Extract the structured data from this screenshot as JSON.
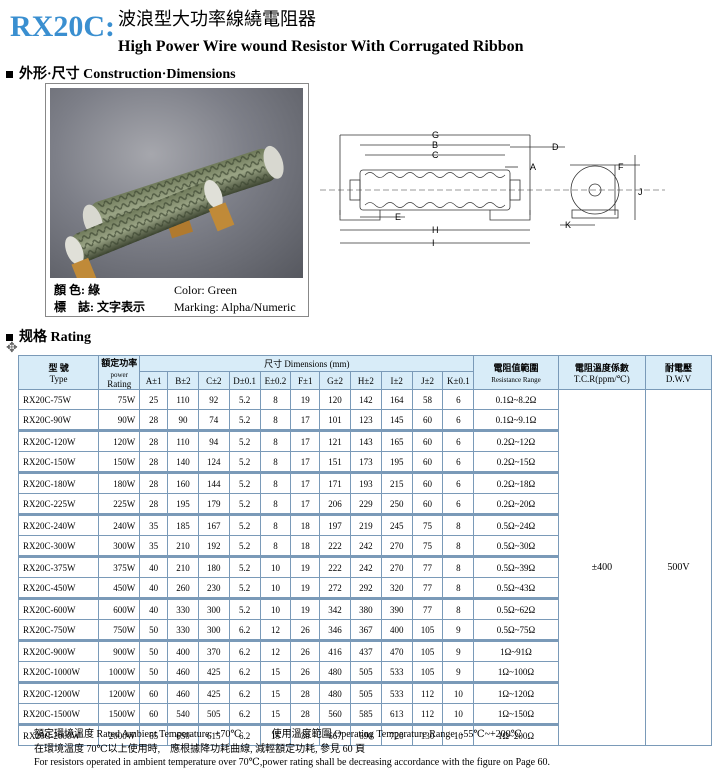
{
  "header": {
    "model": "RX20C:",
    "title_cn": "波浪型大功率線繞電阻器",
    "title_en": "High Power Wire wound Resistor With Corrugated Ribbon"
  },
  "sections": {
    "construction": "外形·尺寸 Construction·Dimensions",
    "rating": "规格 Rating"
  },
  "info": {
    "color_label": "顏 色: 綠",
    "color_value": "Color: Green",
    "marking_label": "標　誌: 文字表示",
    "marking_value": "Marking: Alpha/Numeric"
  },
  "drawing_labels": [
    "G",
    "B",
    "C",
    "D",
    "A",
    "F",
    "J",
    "E",
    "H",
    "I",
    "K"
  ],
  "table": {
    "h_type_cn": "型 號",
    "h_type_en": "Type",
    "h_power_cn": "額定功率",
    "h_power_sub": "power",
    "h_power_en": "Rating",
    "h_dims": "尺寸 Dimensions (mm)",
    "h_res_cn": "電阻值範圍",
    "h_res_en": "Resistance Range",
    "h_tcr_cn": "電阻溫度係數",
    "h_tcr_en": "T.C.R(ppm/℃)",
    "h_dwv_cn": "耐電壓",
    "h_dwv_en": "D.W.V",
    "dim_cols": [
      "A±1",
      "B±2",
      "C±2",
      "D±0.1",
      "E±0.2",
      "F±1",
      "G±2",
      "H±2",
      "I±2",
      "J±2",
      "K±0.1"
    ],
    "tcr": "±400",
    "dwv": "500V",
    "rows": [
      [
        "RX20C-75W",
        "75W",
        "25",
        "110",
        "92",
        "5.2",
        "8",
        "19",
        "120",
        "142",
        "164",
        "58",
        "6",
        "0.1Ω~8.2Ω"
      ],
      [
        "RX20C-90W",
        "90W",
        "28",
        "90",
        "74",
        "5.2",
        "8",
        "17",
        "101",
        "123",
        "145",
        "60",
        "6",
        "0.1Ω~9.1Ω"
      ],
      [
        "RX20C-120W",
        "120W",
        "28",
        "110",
        "94",
        "5.2",
        "8",
        "17",
        "121",
        "143",
        "165",
        "60",
        "6",
        "0.2Ω~12Ω"
      ],
      [
        "RX20C-150W",
        "150W",
        "28",
        "140",
        "124",
        "5.2",
        "8",
        "17",
        "151",
        "173",
        "195",
        "60",
        "6",
        "0.2Ω~15Ω"
      ],
      [
        "RX20C-180W",
        "180W",
        "28",
        "160",
        "144",
        "5.2",
        "8",
        "17",
        "171",
        "193",
        "215",
        "60",
        "6",
        "0.2Ω~18Ω"
      ],
      [
        "RX20C-225W",
        "225W",
        "28",
        "195",
        "179",
        "5.2",
        "8",
        "17",
        "206",
        "229",
        "250",
        "60",
        "6",
        "0.2Ω~20Ω"
      ],
      [
        "RX20C-240W",
        "240W",
        "35",
        "185",
        "167",
        "5.2",
        "8",
        "18",
        "197",
        "219",
        "245",
        "75",
        "8",
        "0.5Ω~24Ω"
      ],
      [
        "RX20C-300W",
        "300W",
        "35",
        "210",
        "192",
        "5.2",
        "8",
        "18",
        "222",
        "242",
        "270",
        "75",
        "8",
        "0.5Ω~30Ω"
      ],
      [
        "RX20C-375W",
        "375W",
        "40",
        "210",
        "180",
        "5.2",
        "10",
        "19",
        "222",
        "242",
        "270",
        "77",
        "8",
        "0.5Ω~39Ω"
      ],
      [
        "RX20C-450W",
        "450W",
        "40",
        "260",
        "230",
        "5.2",
        "10",
        "19",
        "272",
        "292",
        "320",
        "77",
        "8",
        "0.5Ω~43Ω"
      ],
      [
        "RX20C-600W",
        "600W",
        "40",
        "330",
        "300",
        "5.2",
        "10",
        "19",
        "342",
        "380",
        "390",
        "77",
        "8",
        "0.5Ω~62Ω"
      ],
      [
        "RX20C-750W",
        "750W",
        "50",
        "330",
        "300",
        "6.2",
        "12",
        "26",
        "346",
        "367",
        "400",
        "105",
        "9",
        "0.5Ω~75Ω"
      ],
      [
        "RX20C-900W",
        "900W",
        "50",
        "400",
        "370",
        "6.2",
        "12",
        "26",
        "416",
        "437",
        "470",
        "105",
        "9",
        "1Ω~91Ω"
      ],
      [
        "RX20C-1000W",
        "1000W",
        "50",
        "460",
        "425",
        "6.2",
        "15",
        "26",
        "480",
        "505",
        "533",
        "105",
        "9",
        "1Ω~100Ω"
      ],
      [
        "RX20C-1200W",
        "1200W",
        "60",
        "460",
        "425",
        "6.2",
        "15",
        "28",
        "480",
        "505",
        "533",
        "112",
        "10",
        "1Ω~120Ω"
      ],
      [
        "RX20C-1500W",
        "1500W",
        "60",
        "540",
        "505",
        "6.2",
        "15",
        "28",
        "560",
        "585",
        "613",
        "112",
        "10",
        "1Ω~150Ω"
      ],
      [
        "RX20C-2000W",
        "2000W",
        "65",
        "650",
        "615",
        "6.2",
        "15",
        "30",
        "667",
        "690",
        "720",
        "130",
        "10",
        "1Ω~200Ω"
      ]
    ]
  },
  "notes": {
    "line1": "額定環境溫度 Rated Ambient Temperature: +70℃　　　使用溫度範圍 Operating Temperature Range: -55℃~+200℃",
    "line2": "在環境溫度 70℃以上使用時,　應根據降功耗曲線, 減輕額定功耗, 參見 60 頁",
    "line3": "For resistors operated in ambient temperature over 70℃,power rating shall be decreasing accordance with the figure on Page 60."
  }
}
